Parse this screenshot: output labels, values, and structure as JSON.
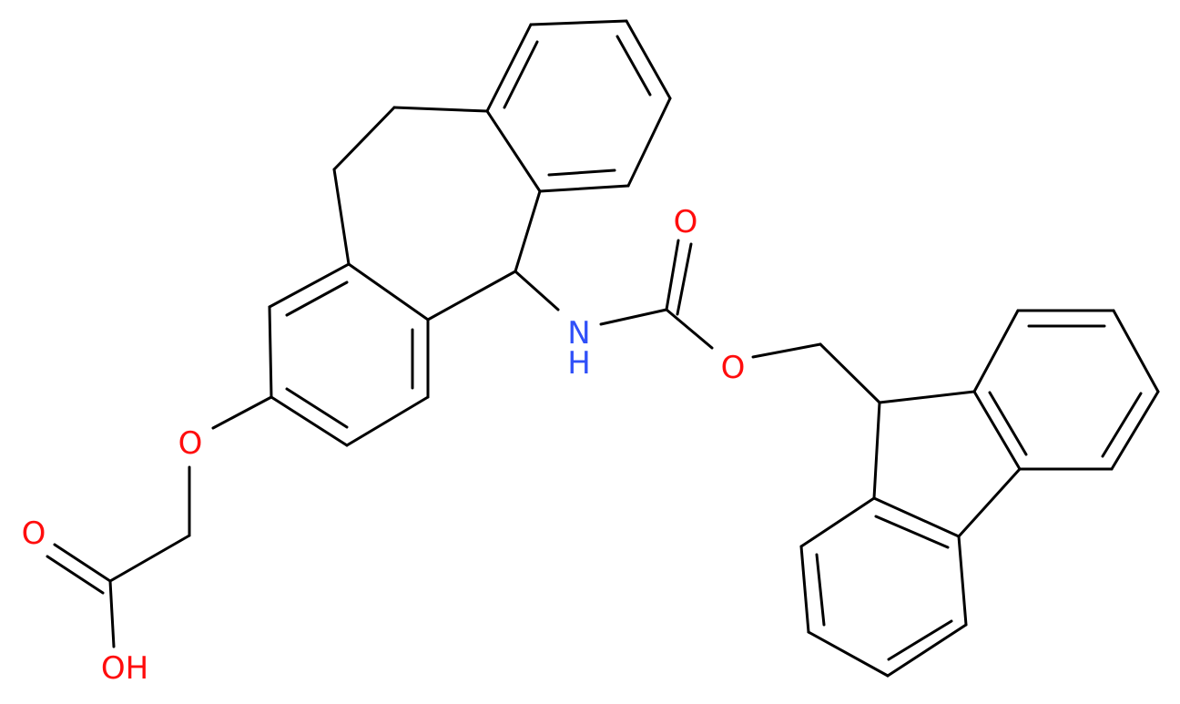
{
  "molecule": {
    "atom_labels": {
      "carbonyl_o": "O",
      "nh": "N",
      "nh_h": "H",
      "ester_o": "O",
      "ether_o": "O",
      "acid_o": "O",
      "oh": "OH"
    },
    "colors": {
      "bond": "#000000",
      "oxygen": "#ff0d0d",
      "nitrogen": "#3050f8"
    }
  }
}
